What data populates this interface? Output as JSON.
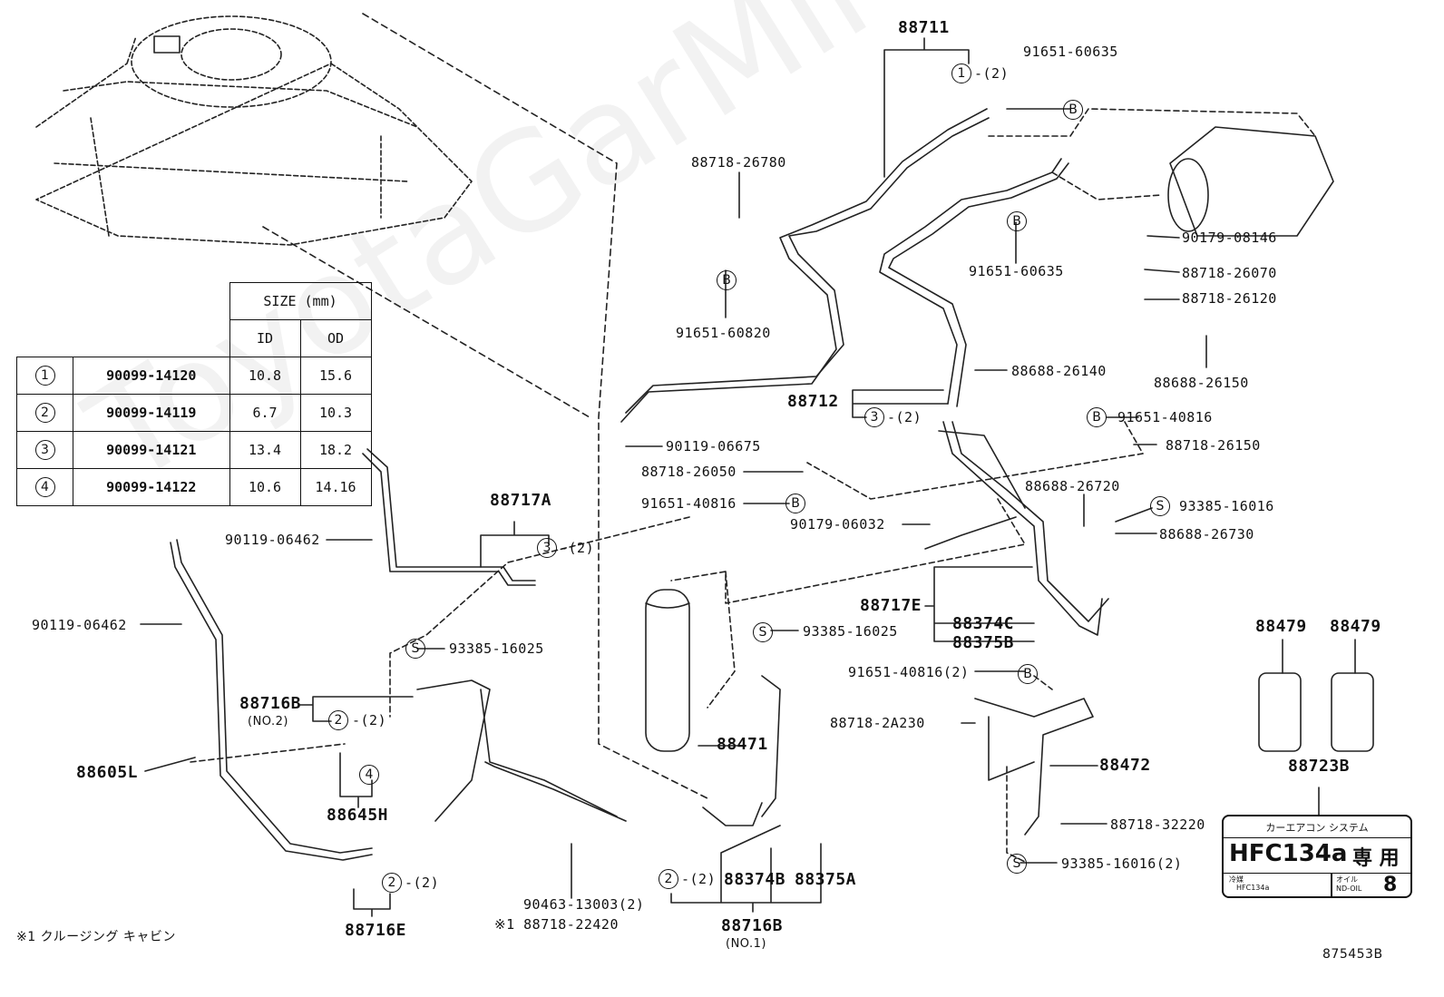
{
  "watermark": "ToyotaGarMire.ru",
  "size_table": {
    "header": "SIZE (mm)",
    "col_id": "ID",
    "col_od": "OD",
    "rows": [
      {
        "ref": "1",
        "part": "90099-14120",
        "id": "10.8",
        "od": "15.6"
      },
      {
        "ref": "2",
        "part": "90099-14119",
        "id": "6.7",
        "od": "10.3"
      },
      {
        "ref": "3",
        "part": "90099-14121",
        "id": "13.4",
        "od": "18.2"
      },
      {
        "ref": "4",
        "part": "90099-14122",
        "id": "10.6",
        "od": "14.16"
      }
    ]
  },
  "callouts": {
    "p88711": "88711",
    "p91651_60635a": "91651-60635",
    "p91651_60635b": "91651-60635",
    "p88718_26780": "88718-26780",
    "p91651_60820": "91651-60820",
    "p90179_08146": "90179-08146",
    "p88718_26070": "88718-26070",
    "p88718_26120": "88718-26120",
    "p88688_26150": "88688-26150",
    "p88688_26140": "88688-26140",
    "p88712": "88712",
    "p91651_40816a": "91651-40816",
    "p88718_26150": "88718-26150",
    "p90119_06675": "90119-06675",
    "p88718_26050": "88718-26050",
    "p91651_40816b": "91651-40816",
    "p90179_06032": "90179-06032",
    "p88688_26720": "88688-26720",
    "p93385_16016": "93385-16016",
    "p88688_26730": "88688-26730",
    "p88717A": "88717A",
    "p90119_06462a": "90119-06462",
    "p90119_06462b": "90119-06462",
    "p88717E": "88717E",
    "p88374C": "88374C",
    "p88375B": "88375B",
    "p93385_16025a": "93385-16025",
    "p93385_16025b": "93385-16025",
    "p88716B": "88716B",
    "p88716B_no2": "(NO.2)",
    "p91651_40816_2": "91651-40816(2)",
    "p88718_2A230": "88718-2A230",
    "p88471": "88471",
    "p88472": "88472",
    "p88605L": "88605L",
    "p88645H": "88645H",
    "p88718_32220": "88718-32220",
    "p93385_16016_2": "93385-16016(2)",
    "p88374B": "88374B",
    "p88375A": "88375A",
    "p88716E": "88716E",
    "p90463_13003": "90463-13003(2)",
    "p88718_22420": "※1 88718-22420",
    "p88716B_no1_part": "88716B",
    "p88716B_no1": "(NO.1)",
    "p88479a": "88479",
    "p88479b": "88479",
    "p88723B": "88723B",
    "qty2": "-(2)",
    "footnote": "※1 クルージング キャビン",
    "figure_id": "875453B"
  },
  "markers": {
    "one": "1",
    "two": "2",
    "three": "3",
    "four": "4",
    "bolt_b": "B",
    "screw_s": "S"
  },
  "ac_label": {
    "heading": "カーエアコン システム",
    "refrigerant": "HFC134a",
    "suffix": "専 用",
    "left_small": "冷媒",
    "left_small2": "HFC134a",
    "right_small": "オイル",
    "right_small2": "ND-OIL",
    "oil_no": "8"
  }
}
